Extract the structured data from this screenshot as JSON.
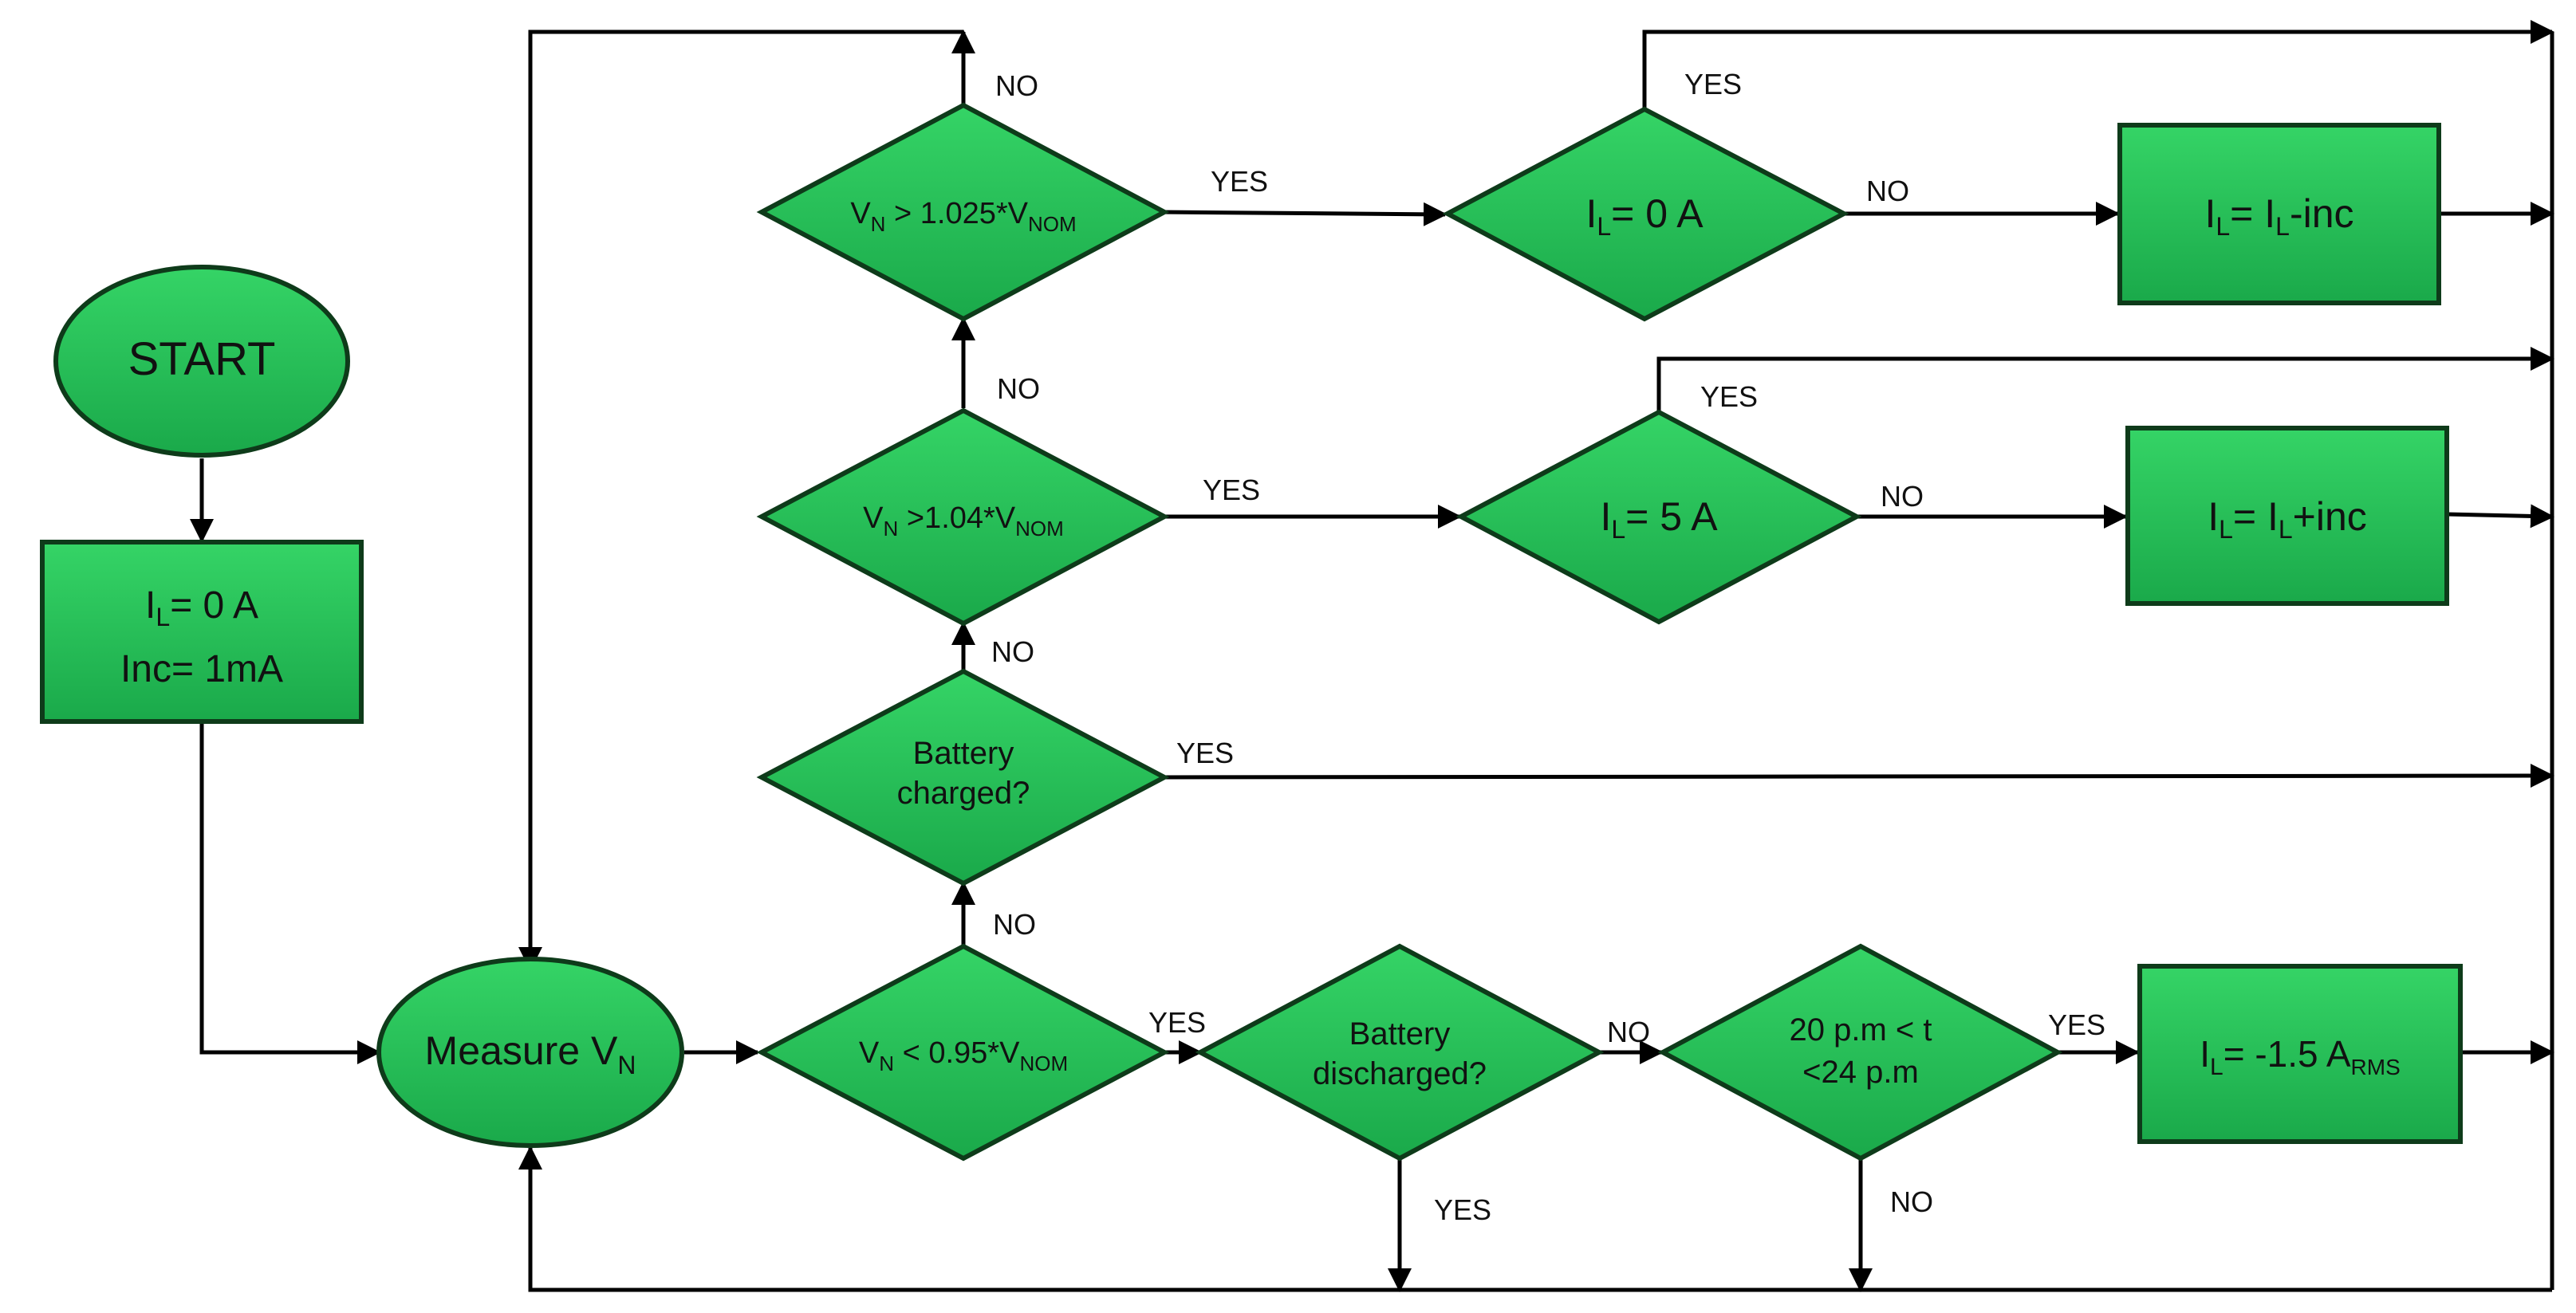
{
  "colors": {
    "node_fill": "#1fbf55",
    "node_fill_light": "#4fe07c",
    "node_stroke": "#0e3b1a",
    "line": "#000000"
  },
  "nodes": {
    "start": "START",
    "init_line1": {
      "main": "I",
      "sub": "L",
      "rest": "= 0 A"
    },
    "init_line2": "Inc= 1mA",
    "measure": {
      "main": "Measure V",
      "sub": "N"
    },
    "d_v1025": {
      "a": "V",
      "a_sub": "N",
      "b": " > 1.025*V",
      "b_sub": "NOM"
    },
    "d_v104": {
      "a": "V",
      "a_sub": "N",
      "b": " >1.04*V",
      "b_sub": "NOM"
    },
    "d_batt_charged": [
      "Battery",
      "charged?"
    ],
    "d_v095": {
      "a": "V",
      "a_sub": "N",
      "b": " < 0.95*V",
      "b_sub": "NOM"
    },
    "d_il0": {
      "main": "I",
      "sub": "L",
      "rest": "= 0 A"
    },
    "d_il5": {
      "main": "I",
      "sub": "L",
      "rest": "= 5 A"
    },
    "d_batt_discharged": [
      "Battery",
      "discharged?"
    ],
    "d_time": [
      "20 p.m < t",
      "<24 p.m"
    ],
    "p_dec": {
      "a": "I",
      "a_sub": "L",
      "b": "= I",
      "b_sub": "L",
      "c": "-inc"
    },
    "p_inc": {
      "a": "I",
      "a_sub": "L",
      "b": "= I",
      "b_sub": "L",
      "c": "+inc"
    },
    "p_neg": {
      "a": "I",
      "a_sub": "L",
      "b": "= -1.5 A",
      "b_sub": "RMS"
    }
  },
  "labels": {
    "no_top": "NO",
    "no_104": "NO",
    "no_charged": "NO",
    "no_095": "NO",
    "yes_1025": "YES",
    "yes_104": "YES",
    "yes_charged": "YES",
    "yes_095": "YES",
    "yes_il0": "YES",
    "no_il0": "NO",
    "yes_il5": "YES",
    "no_il5": "NO",
    "no_discharged": "NO",
    "yes_discharged": "YES",
    "yes_time": "YES",
    "no_time": "NO"
  }
}
